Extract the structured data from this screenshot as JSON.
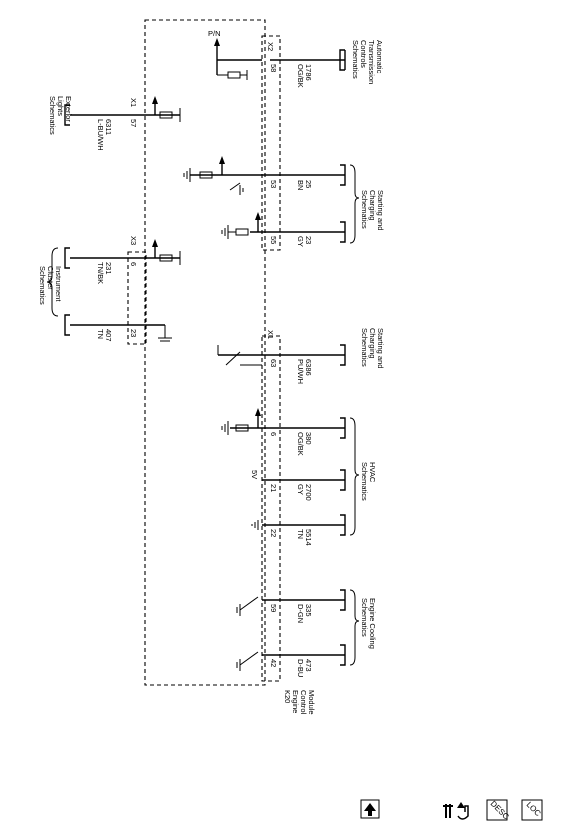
{
  "module": {
    "id": "K20",
    "name_lines": [
      "Engine",
      "Control",
      "Module"
    ]
  },
  "connectors": {
    "x1": "X1",
    "x2": "X2",
    "x3": "X3"
  },
  "right_circuits": [
    {
      "pin": "58",
      "circuit": "1786",
      "color": "OG/BK",
      "group": "atc"
    },
    {
      "pin": "53",
      "circuit": "25",
      "color": "BN",
      "group": "start1"
    },
    {
      "pin": "55",
      "circuit": "23",
      "color": "GY",
      "group": "start1"
    },
    {
      "pin": "63",
      "circuit": "6386",
      "color": "PU/WH",
      "group": "start2"
    },
    {
      "pin": "6",
      "circuit": "380",
      "color": "OG/BK",
      "group": "hvac"
    },
    {
      "pin": "21",
      "circuit": "2700",
      "color": "GY",
      "group": "hvac"
    },
    {
      "pin": "22",
      "circuit": "5514",
      "color": "TN",
      "group": "hvac"
    },
    {
      "pin": "59",
      "circuit": "335",
      "color": "D-GN",
      "group": "cool"
    },
    {
      "pin": "42",
      "circuit": "473",
      "color": "D-BU",
      "group": "cool"
    }
  ],
  "left_circuits": [
    {
      "pin": "57",
      "circuit": "6311",
      "color": "L-BU/WH"
    },
    {
      "pin": "6",
      "circuit": "231",
      "color": "TN/BK"
    },
    {
      "pin": "23",
      "circuit": "407",
      "color": "TN"
    }
  ],
  "schematics": {
    "atc": [
      "Automatic",
      "Transmission",
      "Controls",
      "Schematics"
    ],
    "start1": [
      "Starting and",
      "Charging",
      "Schematics"
    ],
    "start2": [
      "Starting and",
      "Charging",
      "Schematics"
    ],
    "hvac": [
      "HVAC",
      "Schematics"
    ],
    "cool": [
      "Engine Cooling",
      "Schematics"
    ],
    "ext": [
      "Exterior",
      "Lights",
      "Schematics"
    ],
    "ipc": [
      "Instrument",
      "Cluster",
      "Schematics"
    ]
  },
  "misc": {
    "pn": "P/N",
    "five_v": "5V"
  },
  "toolbar": {
    "loc": "LOC",
    "desc": "DESC"
  }
}
